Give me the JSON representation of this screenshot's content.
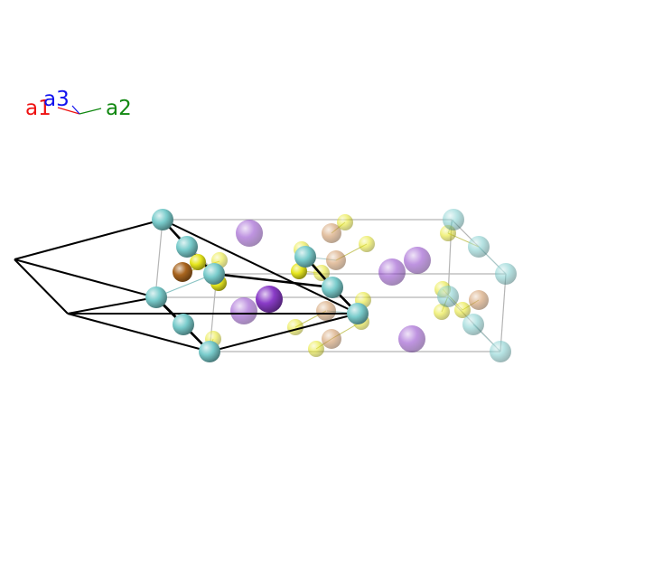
{
  "axes": {
    "a1": {
      "label": "a1",
      "color": "#ee1111"
    },
    "a2": {
      "label": "a2",
      "color": "#118811"
    },
    "a3": {
      "label": "a3",
      "color": "#1111ee"
    }
  },
  "element_colors": {
    "cyan": "#79cccc",
    "yellow": "#e6e61e",
    "purple": "#8a3cc8",
    "tan": "#cc8e55",
    "brown": "#a8641e"
  },
  "line_colors": {
    "cell": "#000000",
    "supercell": "#b5b5b5"
  }
}
